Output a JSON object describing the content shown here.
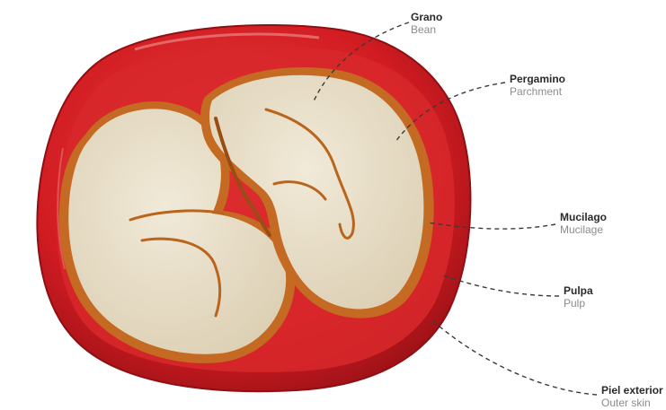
{
  "labels": [
    {
      "id": "grano",
      "es": "Grano",
      "en": "Bean"
    },
    {
      "id": "pergamino",
      "es": "Pergamino",
      "en": "Parchment"
    },
    {
      "id": "mucilago",
      "es": "Mucilago",
      "en": "Mucilage"
    },
    {
      "id": "pulpa",
      "es": "Pulpa",
      "en": "Pulp"
    },
    {
      "id": "piel",
      "es": "Piel exterior",
      "en": "Outer skin"
    }
  ],
  "colors": {
    "skin": "#d21c22",
    "skin_dark": "#a3141a",
    "pulp": "#e8453f",
    "mucilage": "#c87a2a",
    "parchment": "#efe6d2",
    "bean": "#e9dfcb",
    "leader": "#3a3a3a"
  }
}
